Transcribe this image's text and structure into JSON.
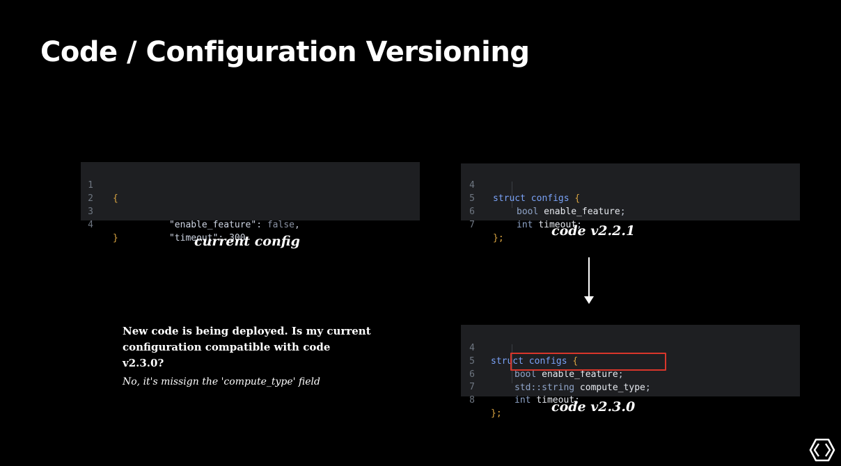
{
  "slide": {
    "title": "Code / Configuration Versioning"
  },
  "current_config": {
    "caption": "current config",
    "lines": [
      {
        "n": "1",
        "text": "{"
      },
      {
        "n": "2",
        "key": "\"enable_feature\"",
        "sep": ": ",
        "value": "false",
        "end": ","
      },
      {
        "n": "3",
        "key": "\"timeout\"",
        "sep": ": ",
        "value": "300",
        "end": ""
      },
      {
        "n": "4",
        "text": "}"
      }
    ]
  },
  "code_v221": {
    "caption": "code v2.2.1",
    "lines": [
      {
        "n": "4",
        "kw": "struct",
        "id": "configs",
        "brace": "{"
      },
      {
        "n": "5",
        "type": "bool",
        "field": "enable_feature",
        "end": ";"
      },
      {
        "n": "6",
        "type": "int",
        "field": "timeout",
        "end": ";"
      },
      {
        "n": "7",
        "close": "};"
      }
    ]
  },
  "code_v230": {
    "caption": "code v2.3.0",
    "lines": [
      {
        "n": "4",
        "kw": "struct",
        "id": "configs",
        "brace": "{"
      },
      {
        "n": "5",
        "type": "bool",
        "field": "enable_feature",
        "end": ";"
      },
      {
        "n": "6",
        "type": "std::string",
        "field": "compute_type",
        "end": ";"
      },
      {
        "n": "7",
        "type": "int",
        "field": "timeout",
        "end": ";"
      },
      {
        "n": "8",
        "close": "};"
      }
    ],
    "highlight_color": "#d9362b"
  },
  "question": "New code is being deployed. Is my current configuration compatible with code v2.3.0?",
  "answer": "No, it's missign the 'compute_type' field",
  "colors": {
    "background": "#000000",
    "code_background": "#1e1f22",
    "text": "#ffffff"
  }
}
